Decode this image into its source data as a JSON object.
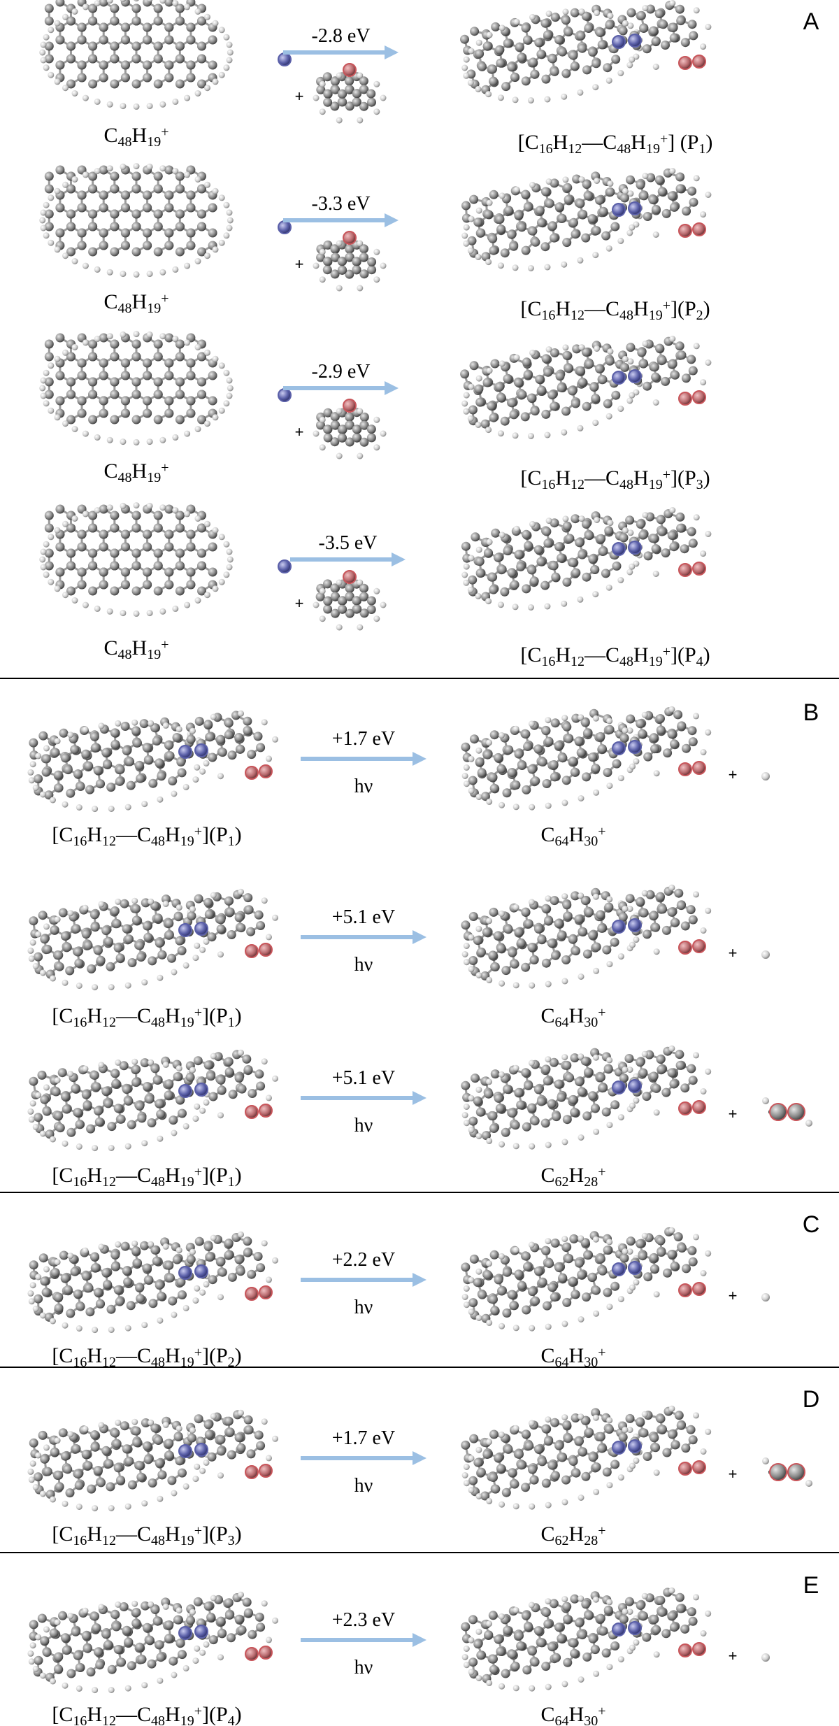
{
  "colors": {
    "arrow": "#9bbfe3",
    "carbon": "#8a8a8a",
    "hydrogen": "#d0d0d0",
    "nitrogen": "#5a5fa8",
    "oxygen": "#c8555a",
    "divider": "#000000"
  },
  "panels": [
    {
      "label": "A",
      "rows": [
        {
          "reactant": {
            "base": "C",
            "sub1": "48",
            "mid": "H",
            "sub2": "19",
            "sup": "+"
          },
          "energy": "-2.8 eV",
          "hv": "",
          "product": {
            "text": "[C₁₆H₁₂—C₄₈H₁₉⁺] (P₁)"
          },
          "byproduct": ""
        },
        {
          "reactant": {
            "base": "C",
            "sub1": "48",
            "mid": "H",
            "sub2": "19",
            "sup": "+"
          },
          "energy": "-3.3 eV",
          "hv": "",
          "product": {
            "text": "[C₁₆H₁₂—C₄₈H₁₉⁺](P₂)"
          },
          "byproduct": ""
        },
        {
          "reactant": {
            "base": "C",
            "sub1": "48",
            "mid": "H",
            "sub2": "19",
            "sup": "+"
          },
          "energy": "-2.9 eV",
          "hv": "",
          "product": {
            "text": "[C₁₆H₁₂—C₄₈H₁₉⁺](P₃)"
          },
          "byproduct": ""
        },
        {
          "reactant": {
            "base": "C",
            "sub1": "48",
            "mid": "H",
            "sub2": "19",
            "sup": "+"
          },
          "energy": "-3.5 eV",
          "hv": "",
          "product": {
            "text": "[C₁₆H₁₂—C₄₈H₁₉⁺](P₄)"
          },
          "byproduct": ""
        }
      ]
    },
    {
      "label": "B",
      "rows": [
        {
          "reactant": {
            "text": "[C₁₆H₁₂—C₄₈H₁₉⁺](P₁)"
          },
          "energy": "+1.7 eV",
          "hv": "hν",
          "product": {
            "text": "C₆₄H₃₀⁺"
          },
          "byproduct": "H"
        },
        {
          "reactant": {
            "text": "[C₁₆H₁₂—C₄₈H₁₉⁺](P₁)"
          },
          "energy": "+5.1 eV",
          "hv": "hν",
          "product": {
            "text": "C₆₄H₃₀⁺"
          },
          "byproduct": "H"
        },
        {
          "reactant": {
            "text": "[C₁₆H₁₂—C₄₈H₁₉⁺](P₁)"
          },
          "energy": "+5.1 eV",
          "hv": "hν",
          "product": {
            "text": "C₆₂H₂₈⁺"
          },
          "byproduct": "C2H2"
        }
      ]
    },
    {
      "label": "C",
      "rows": [
        {
          "reactant": {
            "text": "[C₁₆H₁₂—C₄₈H₁₉⁺](P₂)"
          },
          "energy": "+2.2 eV",
          "hv": "hν",
          "product": {
            "text": "C₆₄H₃₀⁺"
          },
          "byproduct": "H"
        }
      ]
    },
    {
      "label": "D",
      "rows": [
        {
          "reactant": {
            "text": "[C₁₆H₁₂—C₄₈H₁₉⁺](P₃)"
          },
          "energy": "+1.7 eV",
          "hv": "hν",
          "product": {
            "text": "C₆₂H₂₈⁺"
          },
          "byproduct": "C2H2"
        }
      ]
    },
    {
      "label": "E",
      "rows": [
        {
          "reactant": {
            "text": "[C₁₆H₁₂—C₄₈H₁₉⁺](P₄)"
          },
          "energy": "+2.3 eV",
          "hv": "hν",
          "product": {
            "text": "C₆₄H₃₀⁺"
          },
          "byproduct": "H"
        }
      ]
    }
  ],
  "plus_sign": "+"
}
